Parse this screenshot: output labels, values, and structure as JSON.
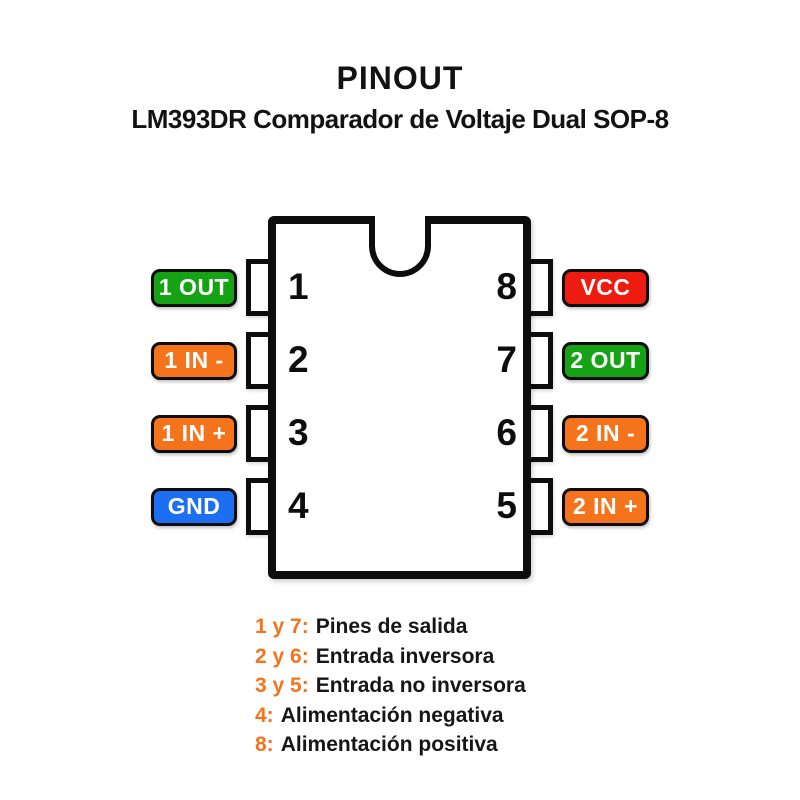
{
  "header": {
    "title": "PINOUT",
    "subtitle": "LM393DR Comparador de Voltaje Dual SOP-8"
  },
  "pins": {
    "left": [
      {
        "number": "1",
        "label": "1 OUT",
        "color": "#15A315"
      },
      {
        "number": "2",
        "label": "1 IN -",
        "color": "#F4731B"
      },
      {
        "number": "3",
        "label": "1 IN +",
        "color": "#F4731B"
      },
      {
        "number": "4",
        "label": "GND",
        "color": "#1D6FF2"
      }
    ],
    "right": [
      {
        "number": "8",
        "label": "VCC",
        "color": "#EE1B10"
      },
      {
        "number": "7",
        "label": "2 OUT",
        "color": "#15A315"
      },
      {
        "number": "6",
        "label": "2 IN -",
        "color": "#F4731B"
      },
      {
        "number": "5",
        "label": "2 IN +",
        "color": "#F4731B"
      }
    ]
  },
  "legend": [
    {
      "pins": "1 y 7:",
      "desc": "Pines de salida"
    },
    {
      "pins": "2 y 6:",
      "desc": "Entrada inversora"
    },
    {
      "pins": "3 y 5:",
      "desc": "Entrada no inversora"
    },
    {
      "pins": "4:",
      "desc": "Alimentación negativa"
    },
    {
      "pins": "8:",
      "desc": "Alimentación positiva"
    }
  ],
  "colors": {
    "green": "#15A315",
    "orange": "#F4731B",
    "red": "#EE1B10",
    "blue": "#1D6FF2",
    "ink": "#111111"
  }
}
